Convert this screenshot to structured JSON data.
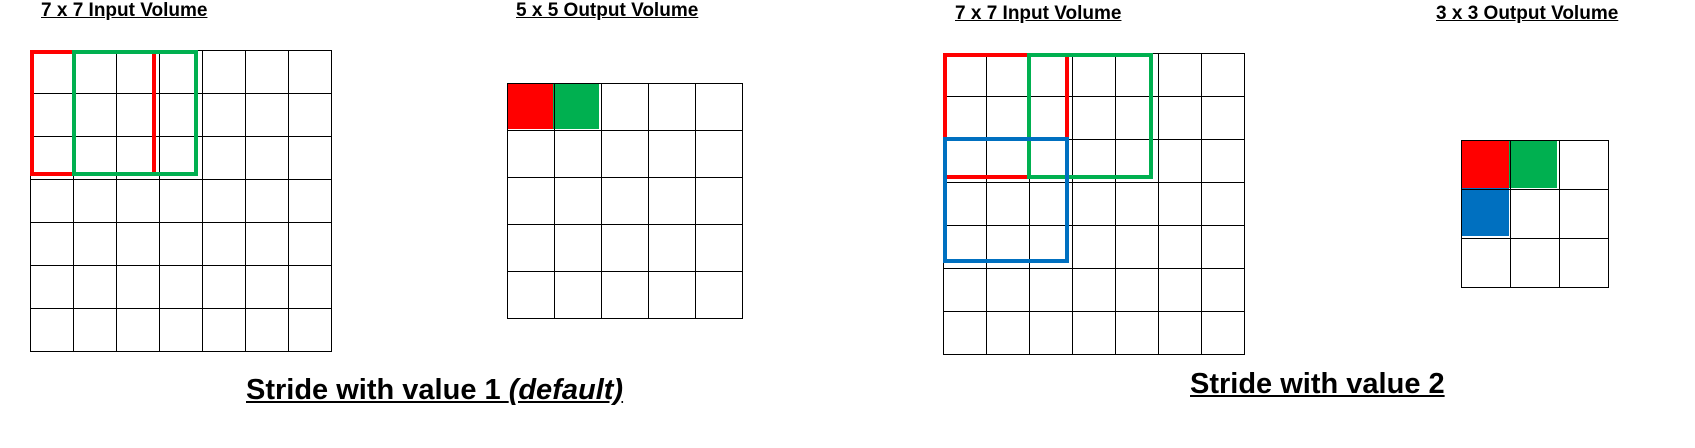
{
  "diagrams": [
    {
      "input_label": "7 x 7 Input Volume",
      "output_label": "5 x 5 Output Volume",
      "caption_main": "Stride with value 1 ",
      "caption_italic": "(default)",
      "input_size": 7,
      "output_size": 5,
      "stride": 1,
      "filter_size": 3
    },
    {
      "input_label": "7 x 7 Input Volume",
      "output_label": "3 x 3 Output Volume",
      "caption_main": "Stride with value 2",
      "caption_italic": "",
      "input_size": 7,
      "output_size": 3,
      "stride": 2,
      "filter_size": 3
    }
  ],
  "colors": {
    "red": "#ff0000",
    "green": "#00b050",
    "blue": "#0070c0",
    "grid_line": "#000000"
  }
}
